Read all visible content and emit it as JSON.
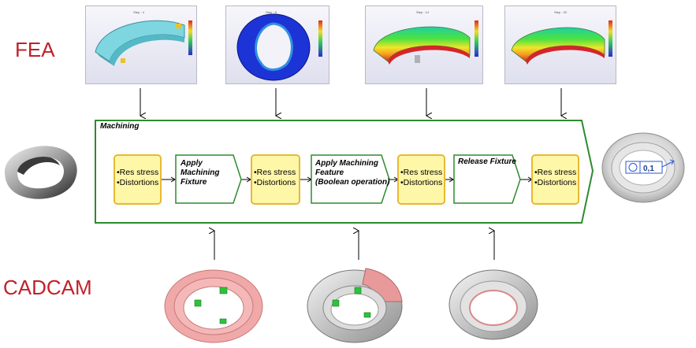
{
  "labels": {
    "fea": "FEA",
    "cadcam": "CADCAM"
  },
  "machining": {
    "title": "Machining"
  },
  "states": [
    {
      "line1": "•Res stress",
      "line2": "•Distortions"
    },
    {
      "line1": "•Res stress",
      "line2": "•Distortions"
    },
    {
      "line1": "•Res stress",
      "line2": "•Distortions"
    },
    {
      "line1": "•Res stress",
      "line2": "•Distortions"
    }
  ],
  "steps": [
    {
      "text": [
        "Apply",
        "Machining",
        "Fixture"
      ]
    },
    {
      "text": [
        "Apply Machining",
        "Feature",
        "(Boolean operation)"
      ]
    },
    {
      "text": [
        "Release Fixture"
      ]
    }
  ],
  "final_part": {
    "tolerance": "0,1"
  },
  "colors": {
    "label_red": "#c0222a",
    "frame_green": "#2e8b2e",
    "state_fill": "#fff7a8",
    "state_border": "#e7b833",
    "cad_pink": "#f0a8a8"
  }
}
